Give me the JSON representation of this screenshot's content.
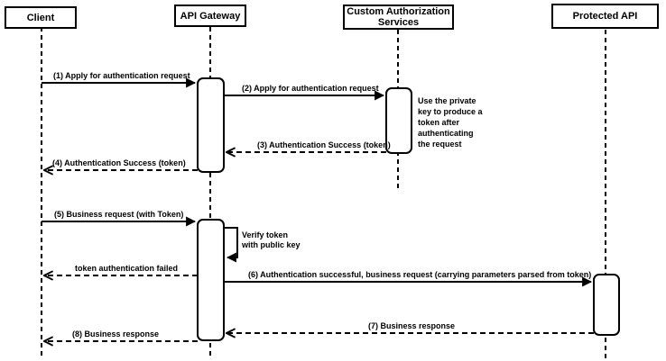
{
  "diagram": {
    "type": "uml-sequence-diagram",
    "colors": {
      "stroke": "#000000",
      "fill": "#ffffff",
      "background": "#ffffff"
    },
    "actors": [
      {
        "id": "client",
        "label": "Client"
      },
      {
        "id": "api-gateway",
        "label": "API Gateway"
      },
      {
        "id": "custom-authorization-services",
        "label": "Custom Authorization\nServices"
      },
      {
        "id": "protected-api",
        "label": "Protected API"
      }
    ],
    "messages": [
      {
        "num": 1,
        "label": "(1) Apply for authentication request",
        "from": "Client",
        "to": "API Gateway",
        "style": "solid"
      },
      {
        "num": 2,
        "label": "(2) Apply for authentication request",
        "from": "API Gateway",
        "to": "Custom Authorization Services",
        "style": "solid"
      },
      {
        "num": 3,
        "label": "(3) Authentication Success (token)",
        "from": "Custom Authorization Services",
        "to": "API Gateway",
        "style": "dashed"
      },
      {
        "num": 4,
        "label": "(4) Authentication Success (token)",
        "from": "API Gateway",
        "to": "Client",
        "style": "dashed"
      },
      {
        "num": 5,
        "label": "(5) Business request (with Token)",
        "from": "Client",
        "to": "API Gateway",
        "style": "solid"
      },
      {
        "label": "Verify token\nwith public key",
        "from": "API Gateway",
        "to": "API Gateway",
        "style": "self"
      },
      {
        "label": "token authentication failed",
        "from": "API Gateway",
        "to": "Client",
        "style": "dashed"
      },
      {
        "num": 6,
        "label": "(6) Authentication successful, business request (carrying parameters parsed from token)",
        "from": "API Gateway",
        "to": "Protected API",
        "style": "solid"
      },
      {
        "num": 7,
        "label": "(7) Business response",
        "from": "Protected API",
        "to": "API Gateway",
        "style": "dashed"
      },
      {
        "num": 8,
        "label": "(8) Business response",
        "from": "API Gateway",
        "to": "Client",
        "style": "dashed"
      }
    ],
    "note": {
      "text": "Use the private\nkey to produce a\ntoken after\nauthenticating\nthe request",
      "attached_to": "Custom Authorization Services"
    }
  }
}
